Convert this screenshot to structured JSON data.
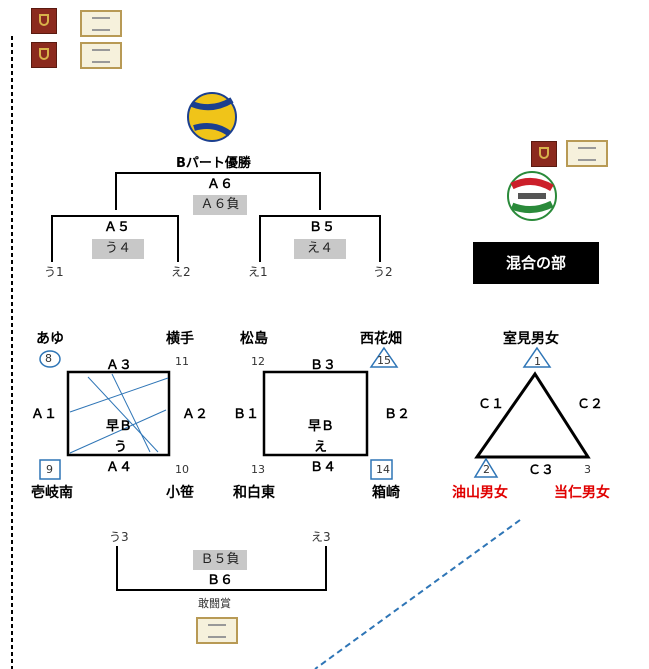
{
  "texts": {
    "bpart_title": "Bパート優勝",
    "final_a6": "Ａ６",
    "final_a6_loss": "Ａ６負",
    "semi_a5": "Ａ５",
    "semi_a5_sub": "う４",
    "semi_b5": "Ｂ５",
    "semi_b5_sub": "え４",
    "seed_u1": "う1",
    "seed_e2": "え2",
    "seed_e1": "え1",
    "seed_u2": "う2",
    "mixed_label": "混合の部",
    "name_ayu": "あゆ",
    "name_yokote": "横手",
    "name_matsushima": "松島",
    "name_nishikabata": "西花畑",
    "num_8": "8",
    "num_11": "11",
    "num_12": "12",
    "num_15": "15",
    "a3": "Ａ３",
    "a1": "Ａ１",
    "a2": "Ａ２",
    "a4": "Ａ４",
    "hayab_left": "早Ｂ",
    "u_left": "う",
    "num_9": "9",
    "num_10": "10",
    "name_ikinan": "壱岐南",
    "name_ozasa": "小笹",
    "b3": "Ｂ３",
    "b1": "Ｂ１",
    "b2": "Ｂ２",
    "b4": "Ｂ４",
    "hayab_right": "早Ｂ",
    "e_right": "え",
    "num_13": "13",
    "num_14": "14",
    "name_wajirohigashi": "和白東",
    "name_hakozaki": "箱崎",
    "name_muromi": "室見男女",
    "num_1": "1",
    "c1": "Ｃ１",
    "c2": "Ｃ２",
    "c3": "Ｃ３",
    "num_2": "2",
    "num_3": "3",
    "name_aburayama": "油山男女",
    "name_tojin": "当仁男女",
    "seed_u3": "う3",
    "seed_e3": "え3",
    "b5_loss": "Ｂ５負",
    "b6": "Ｂ６",
    "fighting_spirit": "敢闘賞"
  },
  "colors": {
    "line": "#000000",
    "blue": "#2e75b6",
    "red": "#e00000",
    "gray_box": "#c8c8c8"
  }
}
